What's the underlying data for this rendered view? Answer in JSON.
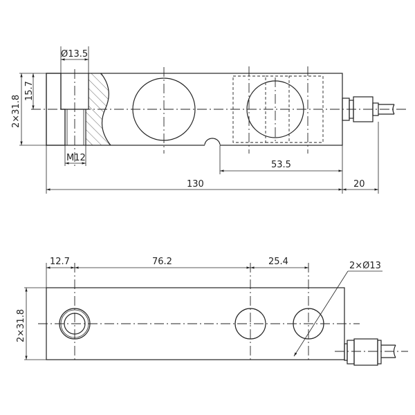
{
  "top_view": {
    "dim_counterbore": "Ø13.5",
    "dim_counterbore_depth": "15.7",
    "dim_height": "2×31.8",
    "dim_thread": "M12",
    "dim_hole_to_end": "53.5",
    "dim_length": "130",
    "dim_connector": "20"
  },
  "bottom_view": {
    "dim_edge_to_hole": "12.7",
    "dim_hole_spacing": "76.2",
    "dim_mount_spacing": "25.4",
    "dim_mount_holes": "2×Ø13",
    "dim_height": "2×31.8"
  }
}
